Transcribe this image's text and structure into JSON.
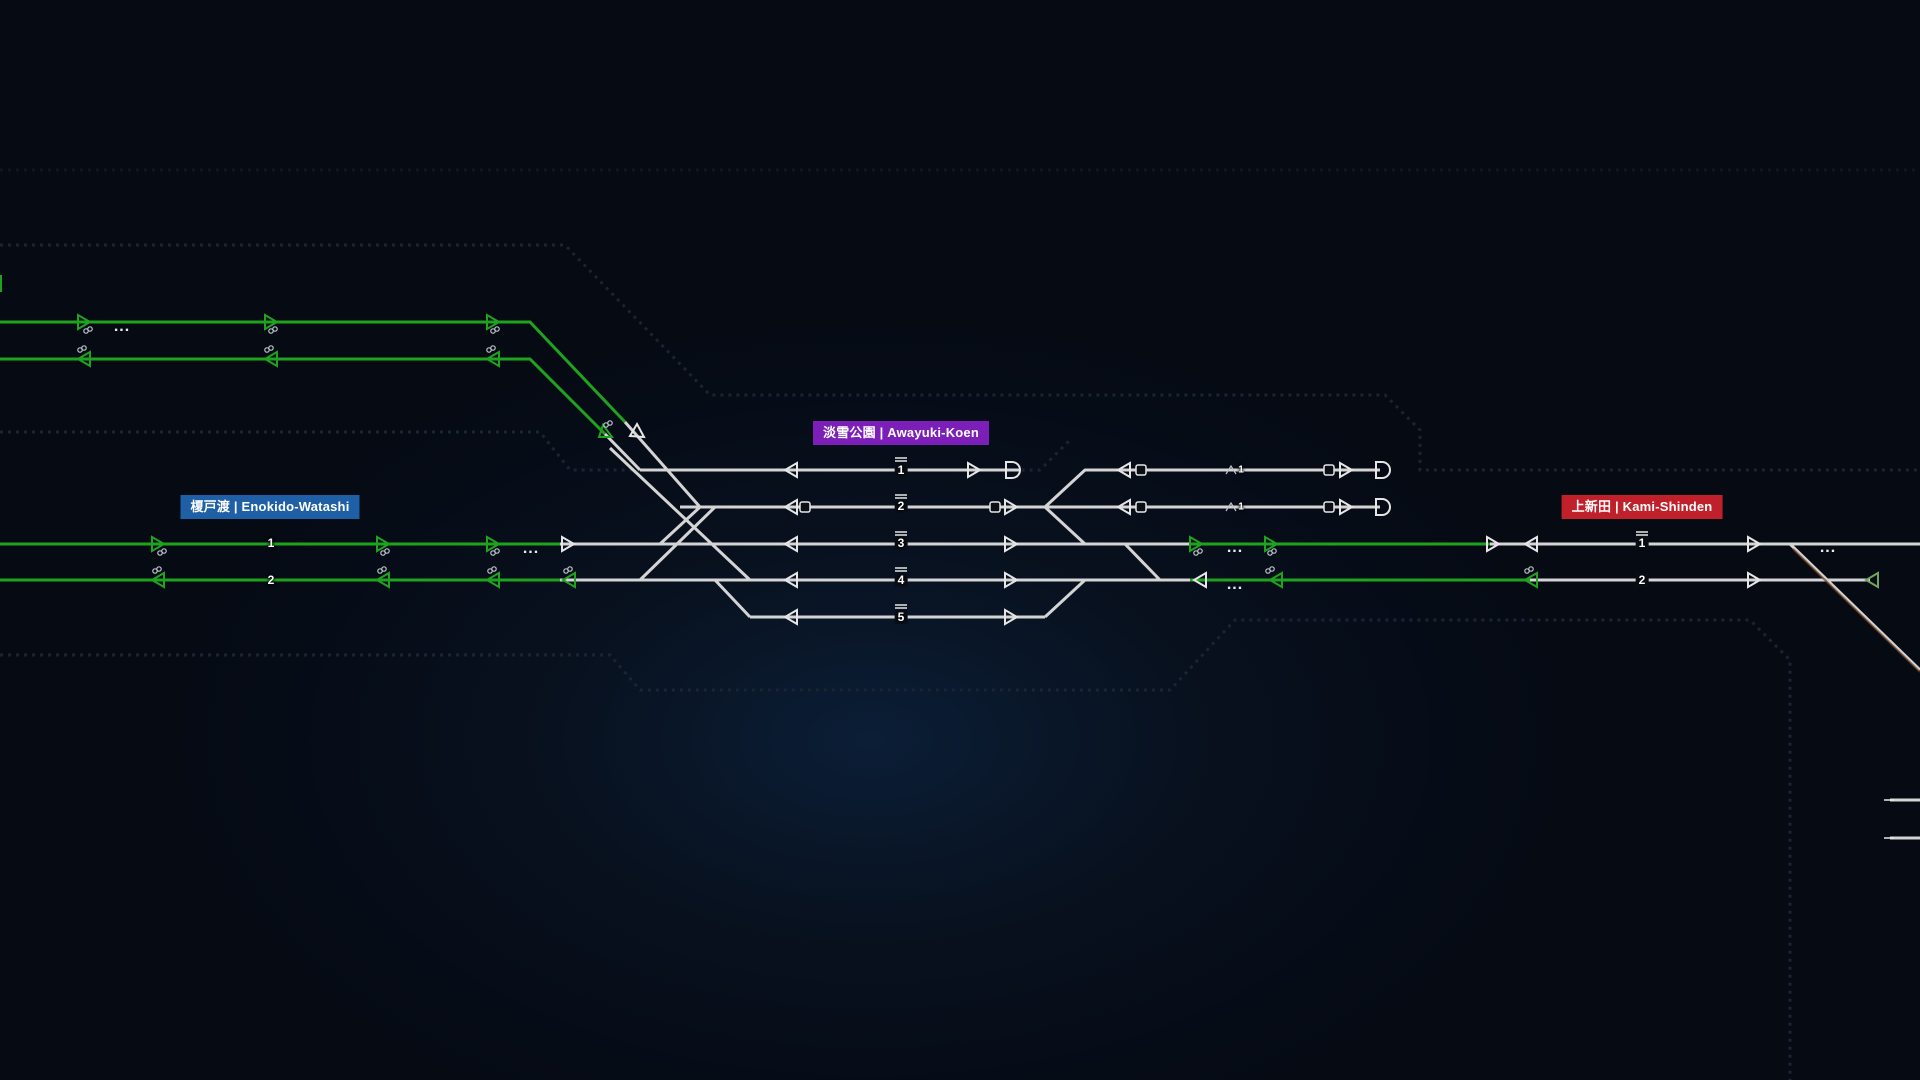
{
  "stations": {
    "left": {
      "name": "榎戸渡 | Enokido-Watashi",
      "color": "#1f5fa6"
    },
    "center": {
      "name": "淡雪公園 | Awayuki-Koen",
      "color": "#7b1fb8"
    },
    "right": {
      "name": "上新田 | Kami-Shinden",
      "color": "#c0202a"
    }
  },
  "platforms": {
    "left": [
      "1",
      "2"
    ],
    "center": [
      "1",
      "2",
      "3",
      "4",
      "5"
    ],
    "right": [
      "1",
      "2"
    ],
    "siding": [
      "1",
      "1"
    ]
  },
  "ellipsis": "...",
  "colors": {
    "occupied_track": "#1fa31f",
    "free_track": "#d4d4d4",
    "background": "#050a13",
    "grid_outline": "#1a2433"
  },
  "icons": [
    "signal-forward-icon",
    "signal-backward-icon",
    "buffer-stop-icon",
    "link-icon",
    "lock-icon",
    "depot-icon"
  ]
}
